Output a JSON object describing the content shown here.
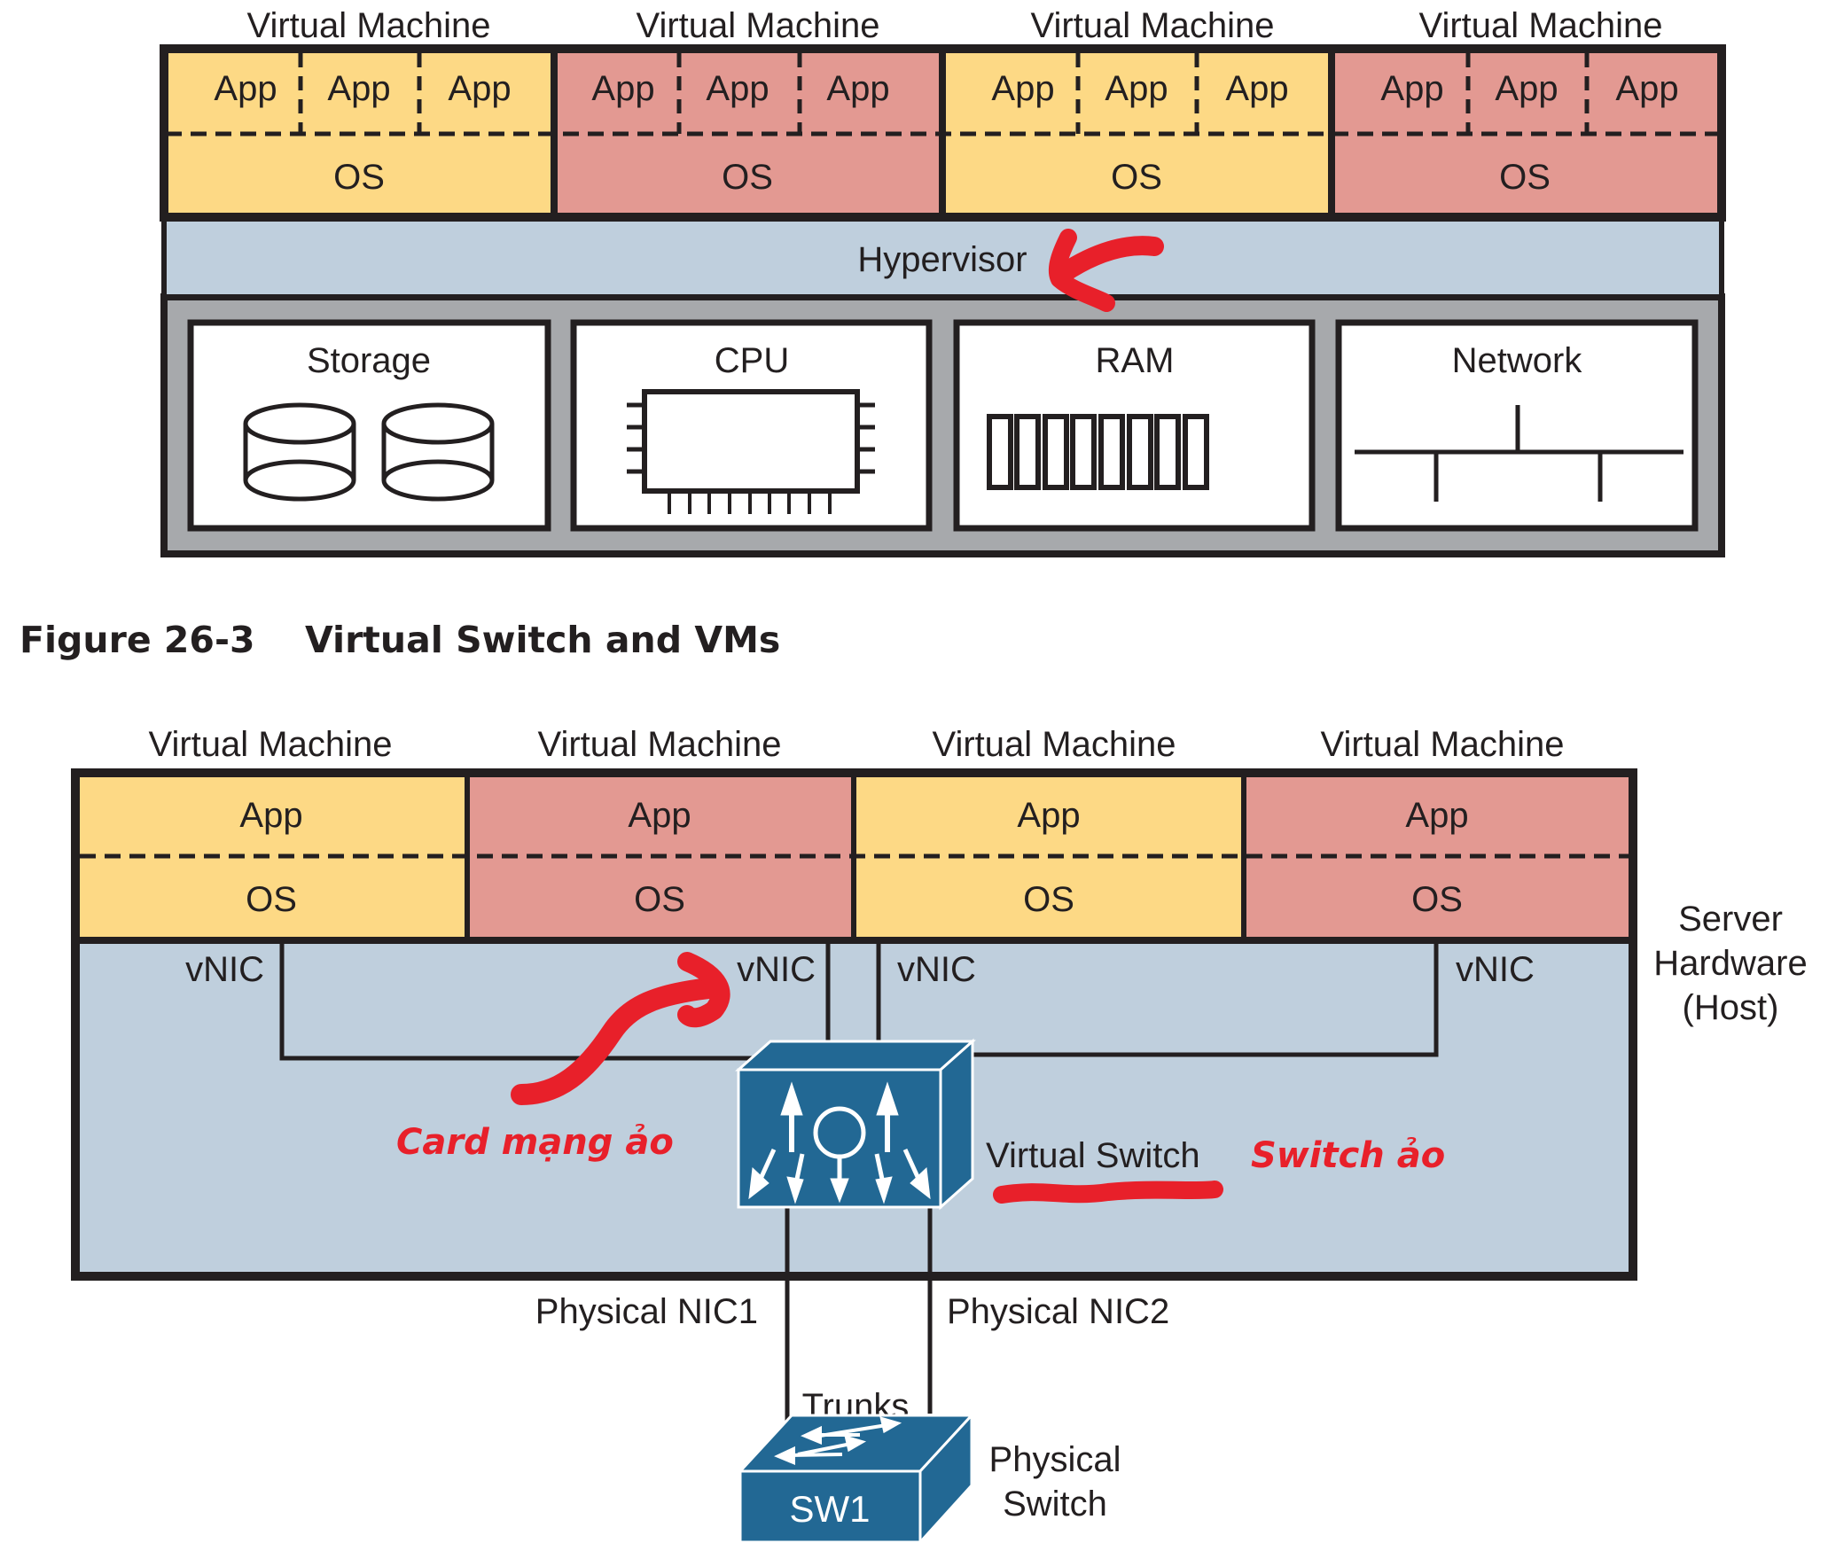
{
  "colors": {
    "vm_yellow": "#fdd985",
    "vm_red": "#e39992",
    "hypervisor_blue": "#bfcfdd",
    "hardware_gray": "#a7a9ac",
    "cisco_blue": "#226894",
    "annotation_red": "#e8202a",
    "line": "#231f20"
  },
  "top_diagram": {
    "vms": [
      {
        "title": "Virtual Machine",
        "apps": [
          "App",
          "App",
          "App"
        ],
        "os": "OS",
        "color": "yellow"
      },
      {
        "title": "Virtual Machine",
        "apps": [
          "App",
          "App",
          "App"
        ],
        "os": "OS",
        "color": "red"
      },
      {
        "title": "Virtual Machine",
        "apps": [
          "App",
          "App",
          "App"
        ],
        "os": "OS",
        "color": "yellow"
      },
      {
        "title": "Virtual Machine",
        "apps": [
          "App",
          "App",
          "App"
        ],
        "os": "OS",
        "color": "red"
      }
    ],
    "hypervisor": "Hypervisor",
    "hardware": [
      {
        "label": "Storage",
        "icon": "database-icon"
      },
      {
        "label": "CPU",
        "icon": "cpu-chip-icon"
      },
      {
        "label": "RAM",
        "icon": "ram-modules-icon"
      },
      {
        "label": "Network",
        "icon": "network-bus-icon"
      }
    ]
  },
  "figure_caption": {
    "number": "Figure 26-3",
    "title": "Virtual Switch and VMs"
  },
  "bottom_diagram": {
    "vms": [
      {
        "title": "Virtual Machine",
        "app": "App",
        "os": "OS",
        "color": "yellow"
      },
      {
        "title": "Virtual Machine",
        "app": "App",
        "os": "OS",
        "color": "red"
      },
      {
        "title": "Virtual Machine",
        "app": "App",
        "os": "OS",
        "color": "yellow"
      },
      {
        "title": "Virtual Machine",
        "app": "App",
        "os": "OS",
        "color": "red"
      }
    ],
    "vnic_labels": [
      "vNIC",
      "vNIC",
      "vNIC",
      "vNIC"
    ],
    "virtual_switch_label": "Virtual Switch",
    "host_label_lines": [
      "Server",
      "Hardware",
      "(Host)"
    ],
    "physical_nic1": "Physical NIC1",
    "physical_nic2": "Physical NIC2",
    "trunks": "Trunks",
    "physical_switch_name": "SW1",
    "physical_switch_label_lines": [
      "Physical",
      "Switch"
    ]
  },
  "annotations": {
    "vnic_note": "Card mạng ảo",
    "vswitch_note": "Switch ảo"
  }
}
